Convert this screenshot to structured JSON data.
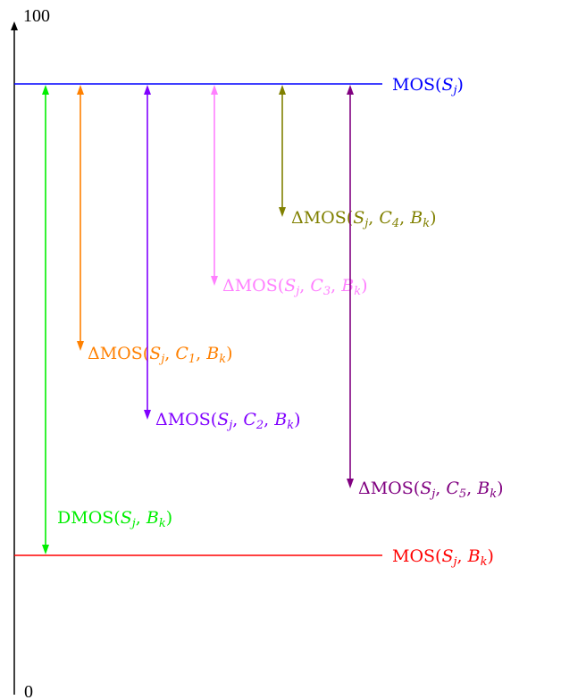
{
  "axis": {
    "top_label": "100",
    "bottom_label": "0"
  },
  "colors": {
    "axis": "#000000",
    "reference": "#0000ff",
    "distorted": "#ff0000",
    "dmos": "#00ee00",
    "c1": "#ff8000",
    "c2": "#8000ff",
    "c3": "#ff80ff",
    "c4": "#808000",
    "c5": "#800080"
  },
  "reference_line": {
    "prefix": "MOS(",
    "var": "S",
    "sub": "j",
    "suffix": ")"
  },
  "distorted_line": {
    "prefix": "MOS(",
    "var1": "S",
    "sub1": "j",
    "sep": ", ",
    "var2": "B",
    "sub2": "k",
    "suffix": ")"
  },
  "dmos": {
    "prefix": "DMOS(",
    "var1": "S",
    "sub1": "j",
    "sep": ", ",
    "var2": "B",
    "sub2": "k",
    "suffix": ")"
  },
  "deltas": [
    {
      "prefix": "ΔMOS(",
      "var1": "S",
      "sub1": "j",
      "var2": "C",
      "sub2": "1",
      "var3": "B",
      "sub3": "k",
      "sep": ", ",
      "suffix": ")"
    },
    {
      "prefix": "ΔMOS(",
      "var1": "S",
      "sub1": "j",
      "var2": "C",
      "sub2": "2",
      "var3": "B",
      "sub3": "k",
      "sep": ", ",
      "suffix": ")"
    },
    {
      "prefix": "ΔMOS(",
      "var1": "S",
      "sub1": "j",
      "var2": "C",
      "sub2": "3",
      "var3": "B",
      "sub3": "k",
      "sep": ", ",
      "suffix": ")"
    },
    {
      "prefix": "ΔMOS(",
      "var1": "S",
      "sub1": "j",
      "var2": "C",
      "sub2": "4",
      "var3": "B",
      "sub3": "k",
      "sep": ", ",
      "suffix": ")"
    },
    {
      "prefix": "ΔMOS(",
      "var1": "S",
      "sub1": "j",
      "var2": "C",
      "sub2": "5",
      "var3": "B",
      "sub3": "k",
      "sep": ", ",
      "suffix": ")"
    }
  ]
}
